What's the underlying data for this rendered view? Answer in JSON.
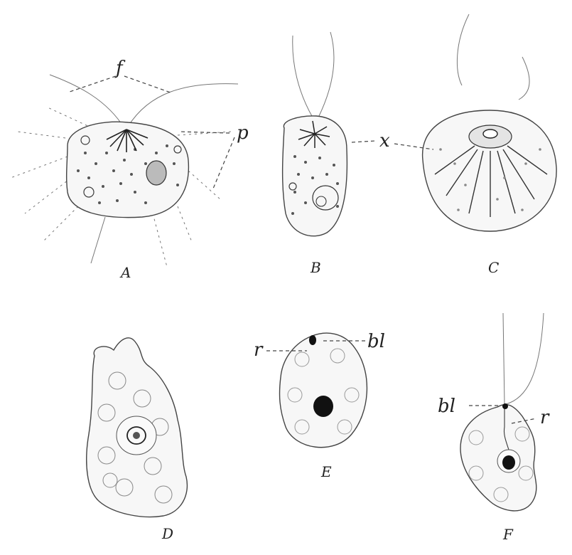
{
  "figure": {
    "panels": [
      {
        "id": "A",
        "caption": "A"
      },
      {
        "id": "B",
        "caption": "B"
      },
      {
        "id": "C",
        "caption": "C"
      },
      {
        "id": "D",
        "caption": "D"
      },
      {
        "id": "E",
        "caption": "E"
      },
      {
        "id": "F",
        "caption": "F"
      }
    ],
    "labels": {
      "f": "f",
      "p": "p",
      "x": "x",
      "bl_E": "bl",
      "r_E": "r",
      "bl_F": "bl",
      "r_F": "r"
    }
  }
}
